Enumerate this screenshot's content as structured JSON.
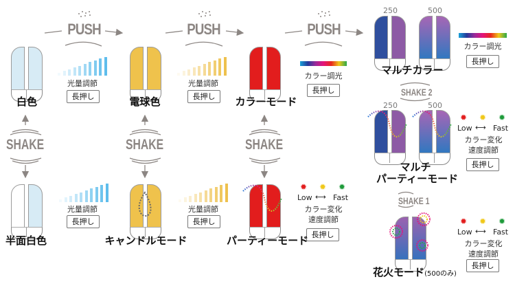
{
  "push_label": "PUSH",
  "shake_label": "SHAKE",
  "shake2_label": "SHAKE 2",
  "shake1_label": "SHAKE 1",
  "long_press": "長押し",
  "brightness": "光量調節",
  "color_dim": "カラー調光",
  "speed1": "カラー変化",
  "speed2": "速度調節",
  "low": "Low",
  "fast": "Fast",
  "modes": {
    "white": "白色",
    "bulb": "電球色",
    "color": "カラーモード",
    "multi": "マルチカラー",
    "half": "半面白色",
    "candle": "キャンドルモード",
    "party": "パーティーモード",
    "multi_party_1": "マルチ",
    "multi_party_2": "パーティーモード",
    "fireworks": "花火モード",
    "fireworks_note": "(500のみ)"
  },
  "models": [
    "250",
    "500"
  ],
  "colors": {
    "blue_bar": "#5bbcec",
    "gold_bar": "#eec04a",
    "low": "#e21d1d",
    "mid": "#f0c81a",
    "fast": "#1e9a3a"
  }
}
